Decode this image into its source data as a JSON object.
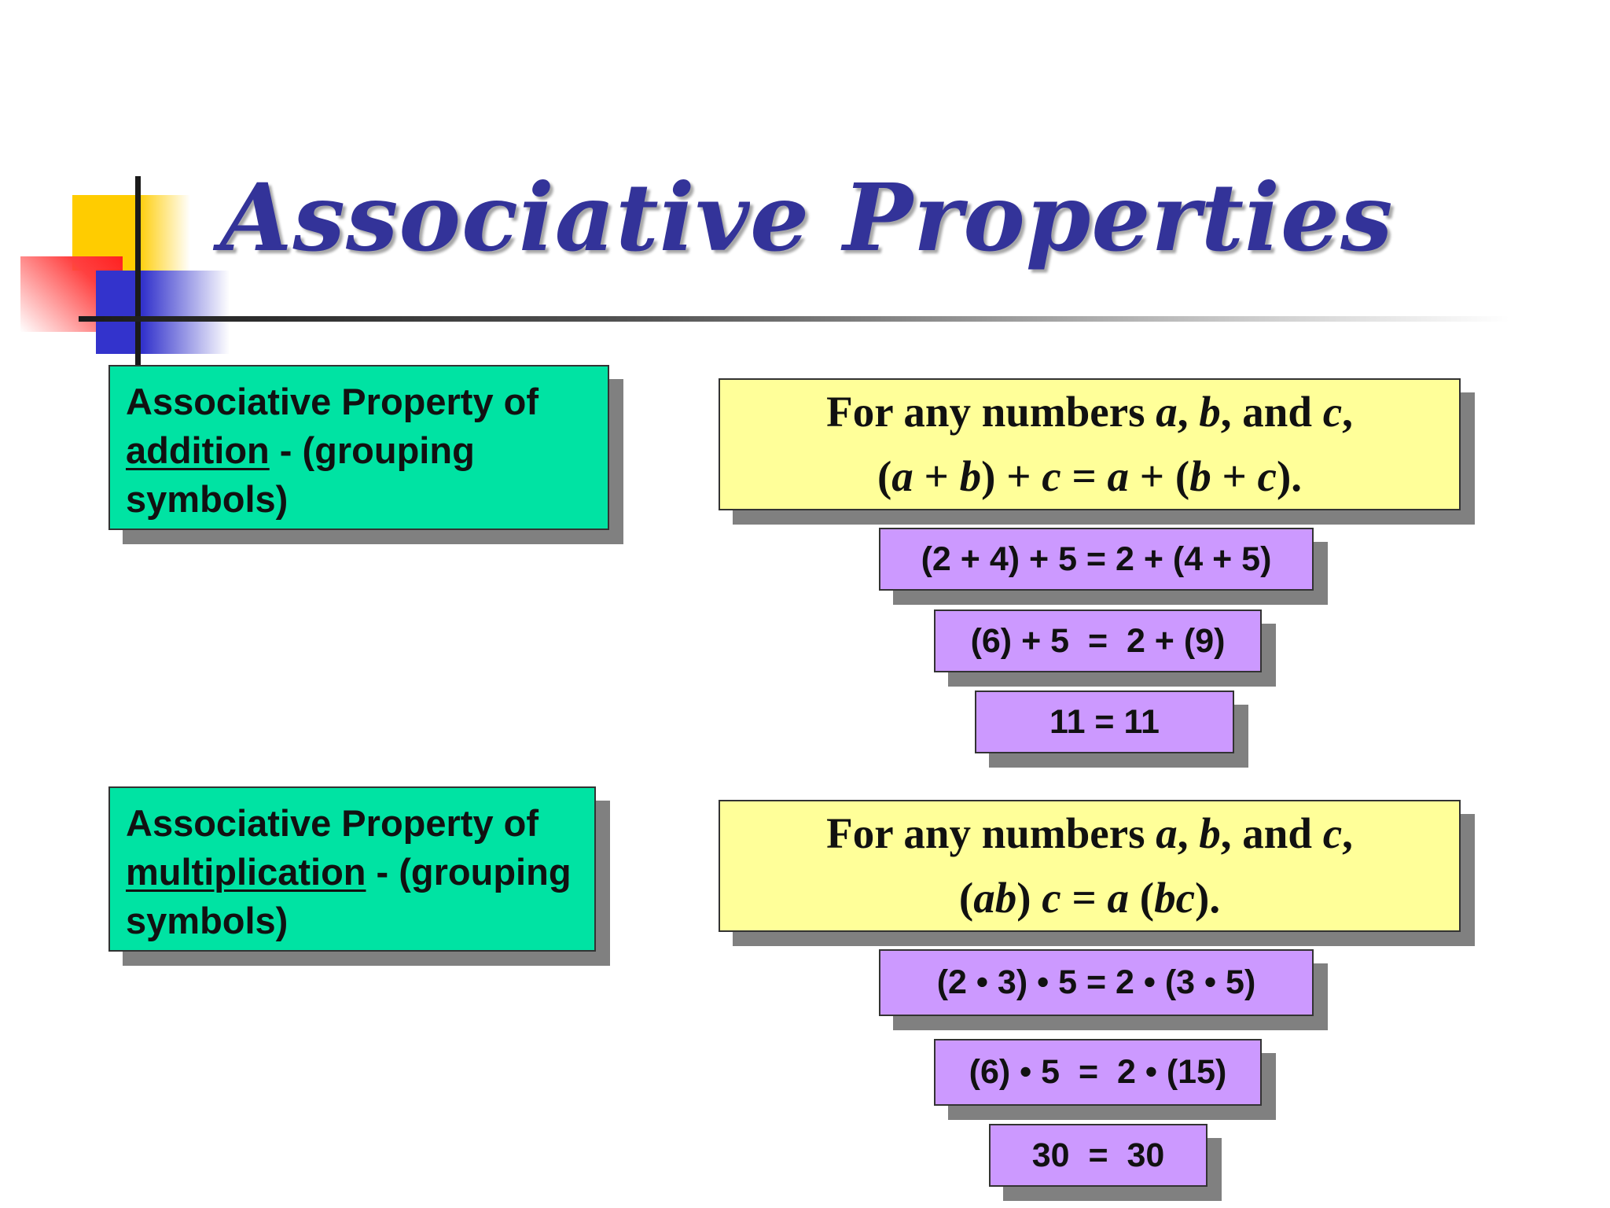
{
  "slide": {
    "title": "Associative Properties",
    "addition": {
      "label_prefix": "Associative Property of",
      "label_term": "addition",
      "label_suffix": " - (grouping symbols)",
      "rule_line1": {
        "pre": "For any numbers ",
        "v1": "a",
        "s1": ", ",
        "v2": "b",
        "s2": ", and ",
        "v3": "c",
        "s3": ","
      },
      "rule_line2": {
        "p1": "(",
        "a": "a",
        "op1": " + ",
        "b": "b",
        "p2": ") + ",
        "c": "c",
        "eq": " = ",
        "a2": "a",
        "op2": " + (",
        "b2": "b",
        "op3": " + ",
        "c2": "c",
        "end": ")."
      },
      "examples": [
        "(2 + 4) + 5 = 2 + (4 + 5)",
        "(6) + 5  =  2 + (9)",
        "11 = 11"
      ]
    },
    "multiplication": {
      "label_prefix": "Associative Property of",
      "label_term": "multiplication",
      "label_suffix": " - (grouping symbols)",
      "rule_line1": {
        "pre": "For any numbers ",
        "v1": "a",
        "s1": ", ",
        "v2": "b",
        "s2": ", and ",
        "v3": "c",
        "s3": ","
      },
      "rule_line2": {
        "p1": "(",
        "ab": "ab",
        "p2": ") ",
        "c": "c",
        "eq": " = ",
        "a": "a",
        "p3": " (",
        "bc": "bc",
        "end": ")."
      },
      "examples": [
        "(2 • 3) • 5 = 2 • (3 • 5)",
        "(6) • 5  =  2 • (15)",
        "30  =  30"
      ]
    }
  },
  "colors": {
    "title": "#333399",
    "property_box": "#00e3a3",
    "rule_box": "#ffff99",
    "example_box": "#cc99ff"
  }
}
